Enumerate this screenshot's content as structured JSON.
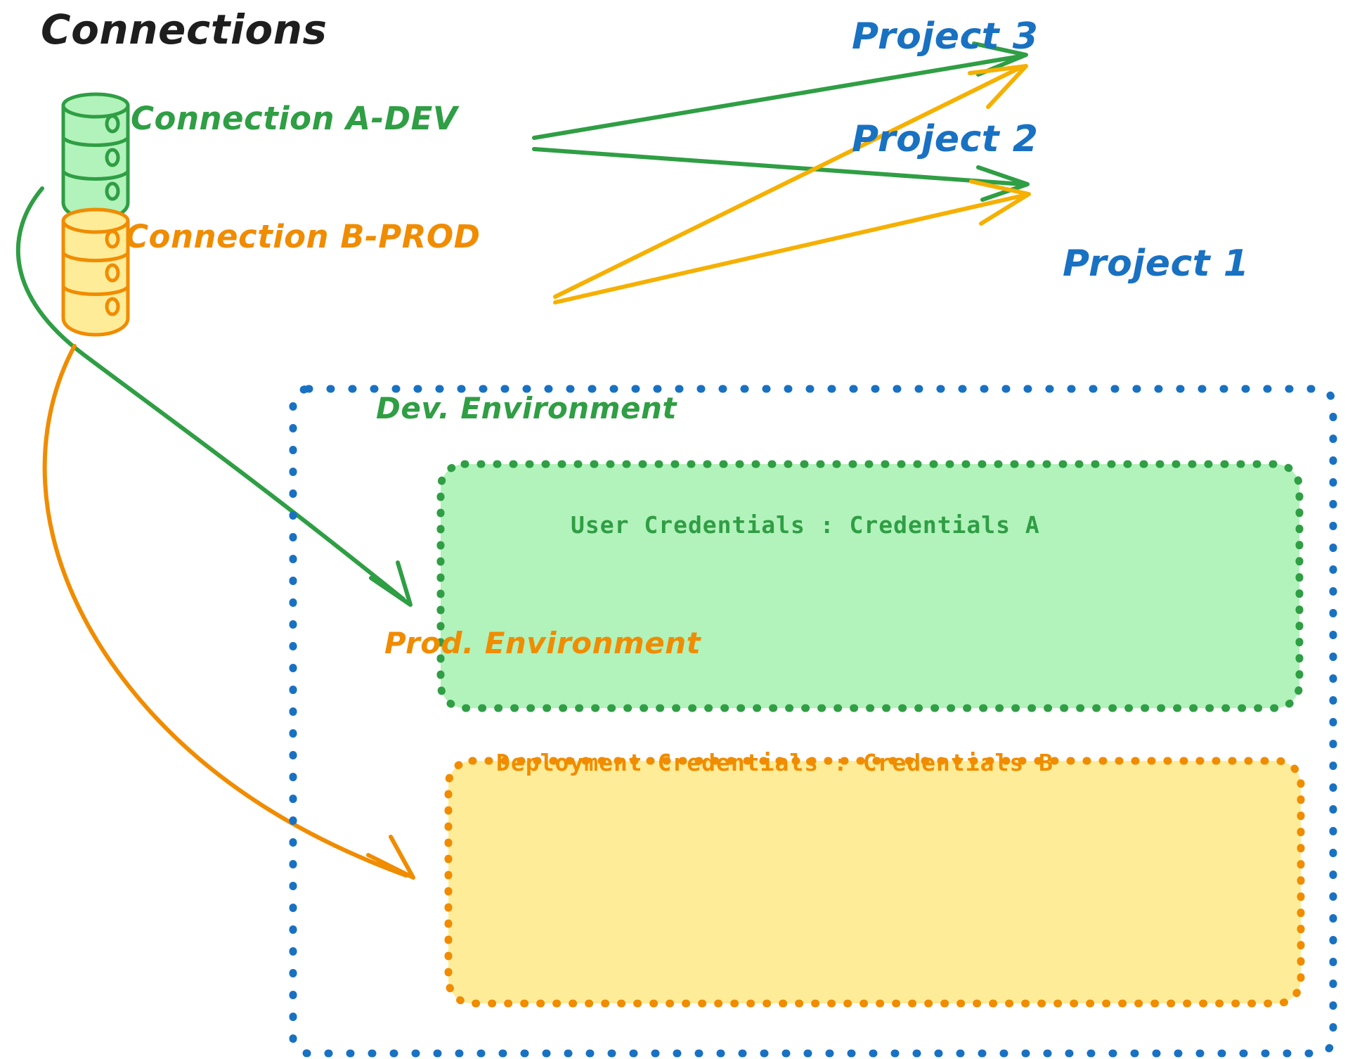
{
  "title": "Connections",
  "connections": [
    {
      "id": "conn-a-dev",
      "label": "Connection A-DEV",
      "color": "#2f9e44",
      "fill": "#b2f2bb",
      "icon": "database-cylinder-icon"
    },
    {
      "id": "conn-b-prod",
      "label": "Connection B-PROD",
      "color": "#f08c00",
      "fill": "#ffec99",
      "icon": "database-cylinder-icon"
    }
  ],
  "projects": [
    {
      "id": "project-3",
      "label": "Project 3",
      "color": "#1971c2"
    },
    {
      "id": "project-2",
      "label": "Project 2",
      "color": "#1971c2"
    },
    {
      "id": "project-1",
      "label": "Project 1",
      "color": "#1971c2"
    }
  ],
  "project1_container": {
    "border_color": "#1971c2",
    "border_style": "dotted"
  },
  "environments": [
    {
      "id": "dev-environment",
      "title": "Dev. Environment",
      "credentials_label": "User Credentials : Credentials A",
      "color": "#2f9e44",
      "fill": "#b2f2bb"
    },
    {
      "id": "prod-environment",
      "title": "Prod. Environment",
      "credentials_label": "Deployment Credentials : Credentials B",
      "color": "#f08c00",
      "fill": "#ffec99"
    }
  ],
  "edges": [
    {
      "id": "edge-a-dev-to-project-3",
      "from": "conn-a-dev",
      "to": "project-3",
      "color": "#2f9e44"
    },
    {
      "id": "edge-a-dev-to-project-2",
      "from": "conn-a-dev",
      "to": "project-2",
      "color": "#2f9e44"
    },
    {
      "id": "edge-b-prod-to-project-3",
      "from": "conn-b-prod",
      "to": "project-3",
      "color": "#f5b000"
    },
    {
      "id": "edge-b-prod-to-project-2",
      "from": "conn-b-prod",
      "to": "project-2",
      "color": "#f5b000"
    },
    {
      "id": "edge-a-dev-to-dev-environment",
      "from": "conn-a-dev",
      "to": "dev-environment",
      "color": "#2f9e44"
    },
    {
      "id": "edge-b-prod-to-prod-environment",
      "from": "conn-b-prod",
      "to": "prod-environment",
      "color": "#f08c00"
    }
  ],
  "palette": {
    "green_stroke": "#2f9e44",
    "green_fill": "#b2f2bb",
    "orange_stroke": "#f08c00",
    "orange_fill": "#ffec99",
    "yellow_arrow": "#f5b000",
    "blue": "#1971c2",
    "ink": "#1e1e1e"
  }
}
